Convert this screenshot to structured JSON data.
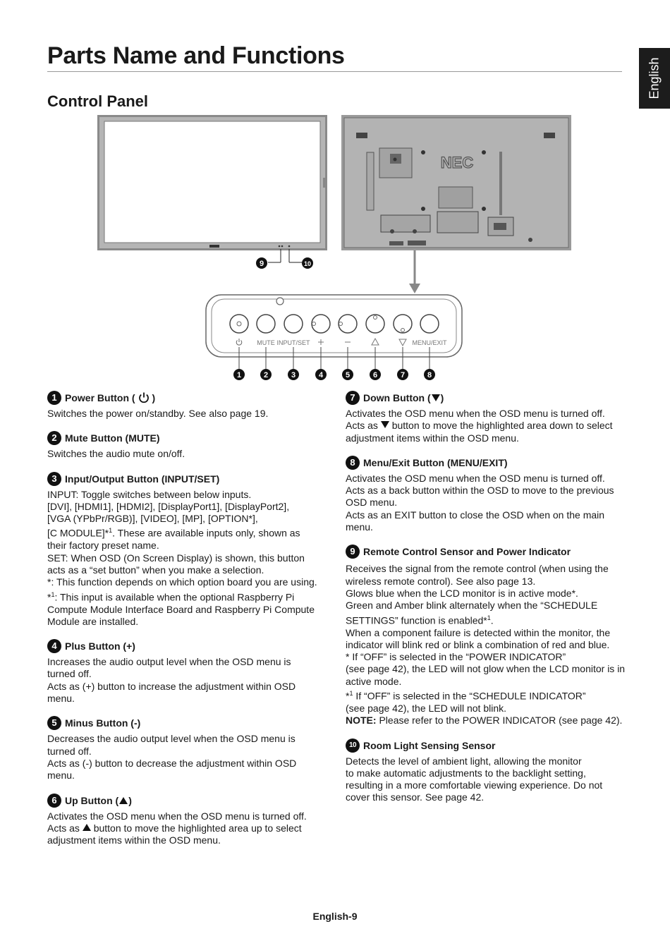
{
  "header": {
    "title": "Parts Name and Functions",
    "language_tab": "English"
  },
  "section": {
    "title": "Control Panel"
  },
  "figure": {
    "rear_logo": "NEC",
    "button_labels": [
      "MUTE",
      "INPUT/SET",
      "MENU/EXIT"
    ],
    "callout_numbers": [
      "1",
      "2",
      "3",
      "4",
      "5",
      "6",
      "7",
      "8"
    ],
    "sensor_callouts": [
      "9",
      "10"
    ]
  },
  "items": {
    "power": {
      "num": "1",
      "title": "Power Button (",
      "title_end": ")",
      "lines": [
        "Switches the power on/standby. See also page 19."
      ]
    },
    "mute": {
      "num": "2",
      "title": "Mute Button (MUTE)",
      "lines": [
        "Switches the audio mute on/off."
      ]
    },
    "input": {
      "num": "3",
      "title": "Input/Output Button (INPUT/SET)",
      "lines": [
        "INPUT: Toggle switches between below inputs.",
        "[DVI], [HDMI1], [HDMI2], [DisplayPort1], [DisplayPort2],",
        "[VGA (YPbPr/RGB)], [VIDEO], [MP], [OPTION*],",
        "[C MODULE]*",
        "their factory preset name.",
        "SET: When OSD (On Screen Display) is shown, this button",
        "acts as a “set button” when you make a selection.",
        "*: This function depends on which option board you are using.",
        "*",
        "Compute Module Interface Board and Raspberry Pi Compute",
        "Module are installed."
      ],
      "line4_sup": "1",
      "line4_rest": ". These are available inputs only, shown as",
      "line9_sup": "1",
      "line9_rest": ": This input is available when the optional Raspberry Pi"
    },
    "plus": {
      "num": "4",
      "title": "Plus Button (+)",
      "lines": [
        "Increases the audio output level when the OSD menu is",
        "turned off.",
        "Acts as (+) button to increase the adjustment within OSD",
        "menu."
      ]
    },
    "minus": {
      "num": "5",
      "title": "Minus Button (-)",
      "lines": [
        "Decreases the audio output level when the OSD menu is",
        "turned off.",
        "Acts as (-) button to decrease the adjustment within OSD",
        "menu."
      ]
    },
    "up": {
      "num": "6",
      "title": "Up Button (",
      "title_end": ")",
      "lines": [
        "Activates the OSD menu when the OSD menu is turned off.",
        "Acts as",
        "button to move the highlighted area up to select",
        "adjustment items within the OSD menu."
      ]
    },
    "down": {
      "num": "7",
      "title": "Down Button (",
      "title_end": ")",
      "lines": [
        "Activates the OSD menu when the OSD menu is turned off.",
        "Acts as",
        "button to move the highlighted area down to select",
        "adjustment items within the OSD menu."
      ]
    },
    "menu": {
      "num": "8",
      "title": "Menu/Exit Button (MENU/EXIT)",
      "lines": [
        "Activates the OSD menu when the OSD menu is turned off.",
        "Acts as a back button within the OSD to move to the previous",
        "OSD menu.",
        "Acts as an EXIT button to close the OSD when on the main",
        "menu."
      ]
    },
    "remote": {
      "num": "9",
      "title": "Remote Control Sensor and Power Indicator",
      "lines": [
        "Receives the signal from the remote control (when using the",
        "wireless remote control). See also page 13.",
        "Glows blue when the LCD monitor is in active mode*.",
        "Green and Amber blink alternately when the “SCHEDULE",
        "SETTINGS” function is enabled*",
        "When a component failure is detected within the monitor, the",
        "indicator will blink red or blink a combination of red and blue.",
        "* If “OFF” is selected in the “POWER INDICATOR”",
        "(see page 42), the LED will not glow when the LCD monitor is in",
        "active mode.",
        "*",
        "(see page 42), the LED will not blink.",
        "NOTE:",
        "Please refer to the POWER INDICATOR (see page 42)."
      ],
      "line5_sup": "1",
      "line5_rest": ".",
      "line11_sup": "1",
      "line11_rest": " If “OFF” is selected in the “SCHEDULE INDICATOR”"
    },
    "light": {
      "num": "10",
      "title": "Room Light Sensing Sensor",
      "lines": [
        "Detects the level of ambient light, allowing the monitor",
        "to make automatic adjustments to the backlight setting,",
        "resulting in a more comfortable viewing experience. Do not",
        "cover this sensor. See page 42."
      ]
    }
  },
  "footer": {
    "page_label": "English-9"
  }
}
